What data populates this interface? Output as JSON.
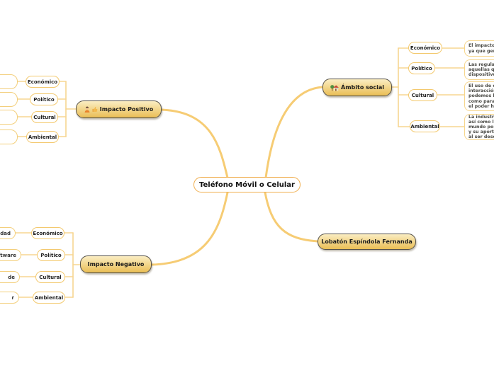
{
  "colors": {
    "background": "#ffffff",
    "branch_curve": "#f6cc74",
    "connector_line": "#f7d591",
    "topic_fill_top": "#faedc3",
    "topic_fill_bottom": "#eabe55",
    "topic_border": "#56524a",
    "pill_border": "#f3c96e",
    "note_border": "#f6d68c",
    "central_border": "#f0ae4e"
  },
  "central": {
    "label": "Teléfono Móvil o Celular"
  },
  "branches": {
    "ambito_social": {
      "icon": "house-with-garden-icon",
      "label": "Ámbito social",
      "children": [
        {
          "label": "Económico",
          "note": "El impacto en\nya que genera"
        },
        {
          "label": "Político",
          "note": "Las regulacione\naquellas que reg\ndispositivos así"
        },
        {
          "label": "Cultural",
          "note": "El uso de estos\ninteracción en\npodemos busca\ncomo para ma\nel poder hacer"
        },
        {
          "label": "Ambiental",
          "note": "La industria\nasí como lleg\nmundo por l\ny su aportac\nal ser desech"
        }
      ]
    },
    "impacto_positivo": {
      "icons": [
        "person-icon",
        "thumbs-up-icon"
      ],
      "label": "Impacto Positivo",
      "children": [
        {
          "label": "Económico",
          "note": ""
        },
        {
          "label": "Político",
          "note": ""
        },
        {
          "label": "Cultural",
          "note": ""
        },
        {
          "label": "Ambiental",
          "note": ""
        }
      ]
    },
    "impacto_negativo": {
      "label": "Impacto Negativo",
      "children": [
        {
          "label": "Económico",
          "note": "idad"
        },
        {
          "label": "Político",
          "note": "oftware"
        },
        {
          "label": "Cultural",
          "note": "de"
        },
        {
          "label": "Ambiental",
          "note": "r"
        }
      ]
    },
    "author": {
      "label": "Lobatón Espíndola Fernanda"
    }
  }
}
